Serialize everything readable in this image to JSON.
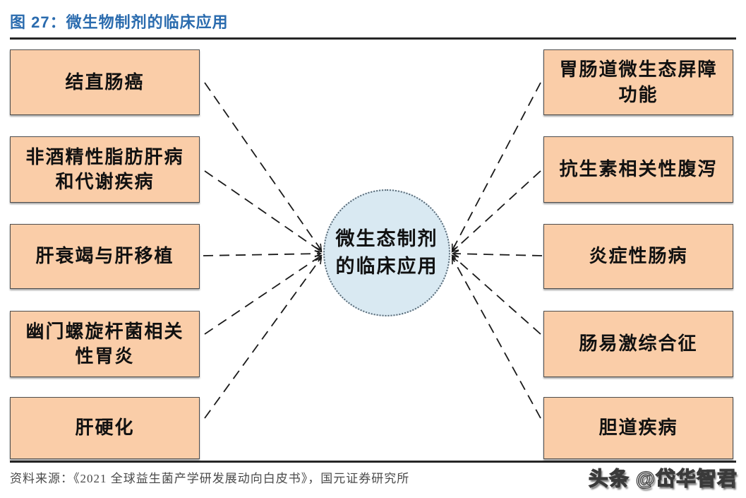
{
  "title": "图 27：微生物制剂的临床应用",
  "center": {
    "label": "微生态制剂\n的临床应用"
  },
  "left_items": [
    {
      "label": "结直肠癌"
    },
    {
      "label": "非酒精性脂肪肝病\n和代谢疾病"
    },
    {
      "label": "肝衰竭与肝移植"
    },
    {
      "label": "幽门螺旋杆菌相关\n性胃炎"
    },
    {
      "label": "肝硬化"
    }
  ],
  "right_items": [
    {
      "label": "胃肠道微生态屏障\n功能"
    },
    {
      "label": "抗生素相关性腹泻"
    },
    {
      "label": "炎症性肠病"
    },
    {
      "label": "肠易激综合征"
    },
    {
      "label": "胆道疾病"
    }
  ],
  "footer": {
    "source": "资料来源：《2021 全球益生菌产学研发展动向白皮书》，国元证券研究所",
    "watermark": "头条 @岱华智君"
  },
  "colors": {
    "title_blue": "#2a6bae",
    "box_fill": "#facda8",
    "circle_fill": "#d9e9f2",
    "line_color": "#1a1a1a"
  }
}
